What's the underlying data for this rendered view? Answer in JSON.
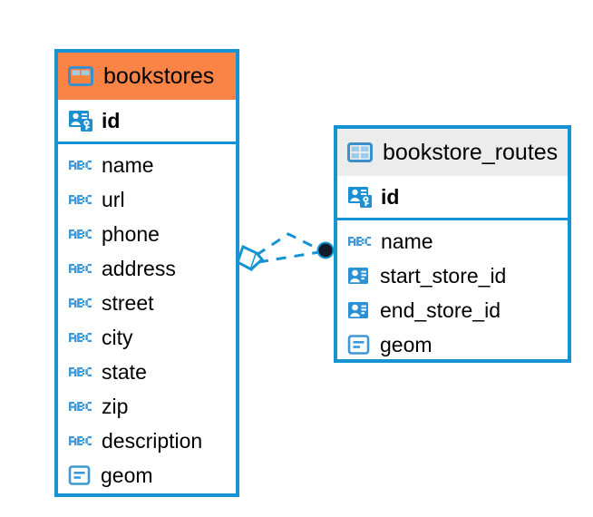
{
  "diagram": {
    "type": "entity-relationship-diagram",
    "background": "#ffffff",
    "accent_color": "#1593d3",
    "selected_color": "#f98445",
    "header_color": "#ececec"
  },
  "tables": [
    {
      "name": "bookstores",
      "selected": true,
      "header_icon": "table-icon",
      "primary_key": {
        "name": "id",
        "icon": "primary-key-icon"
      },
      "fields": [
        {
          "name": "name",
          "icon": "text-field-icon"
        },
        {
          "name": "url",
          "icon": "text-field-icon"
        },
        {
          "name": "phone",
          "icon": "text-field-icon"
        },
        {
          "name": "address",
          "icon": "text-field-icon"
        },
        {
          "name": "street",
          "icon": "text-field-icon"
        },
        {
          "name": "city",
          "icon": "text-field-icon"
        },
        {
          "name": "state",
          "icon": "text-field-icon"
        },
        {
          "name": "zip",
          "icon": "text-field-icon"
        },
        {
          "name": "description",
          "icon": "text-field-icon"
        },
        {
          "name": "geom",
          "icon": "geometry-field-icon"
        }
      ]
    },
    {
      "name": "bookstore_routes",
      "selected": false,
      "header_icon": "table-icon",
      "primary_key": {
        "name": "id",
        "icon": "primary-key-icon"
      },
      "fields": [
        {
          "name": "name",
          "icon": "text-field-icon"
        },
        {
          "name": "start_store_id",
          "icon": "foreign-key-icon"
        },
        {
          "name": "end_store_id",
          "icon": "foreign-key-icon"
        },
        {
          "name": "geom",
          "icon": "geometry-field-icon"
        }
      ]
    }
  ],
  "relationships": [
    {
      "from_table": "bookstore_routes",
      "to_table": "bookstores",
      "style": "dashed",
      "source_marker": "filled-circle",
      "target_marker": "rhombus"
    },
    {
      "from_table": "bookstore_routes",
      "to_table": "bookstores",
      "style": "dashed",
      "source_marker": "filled-circle",
      "target_marker": "rhombus"
    }
  ]
}
